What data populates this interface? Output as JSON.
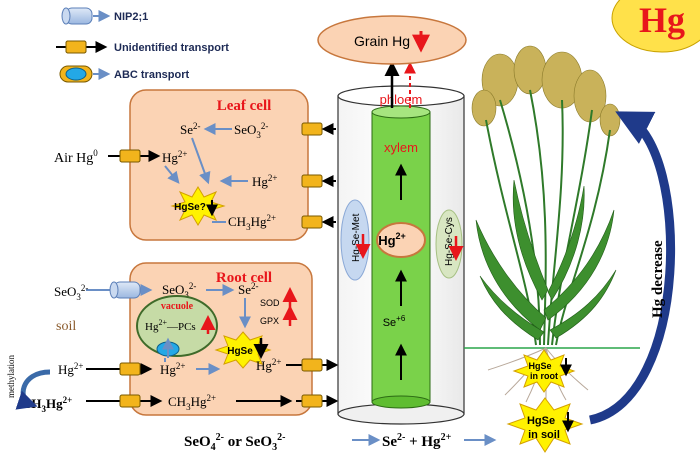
{
  "legend": {
    "nip": "NIP2;1",
    "unidentified": "Unidentified transport",
    "abc": "ABC  transport"
  },
  "badge": {
    "text": "Hg",
    "fill": "#ffe14a",
    "text_color": "#e8161b"
  },
  "leaf_cell": {
    "title": "Leaf cell",
    "se2": "Se",
    "se2_sup": "2-",
    "seo3": "SeO",
    "seo3_sub": "3",
    "seo3_sup": "2-",
    "hg2": "Hg",
    "hg2_sup": "2+",
    "hg2_right": "Hg",
    "hg2_right_sup": "2+",
    "hgse": "HgSe?",
    "ch3": "CH",
    "ch3_sub": "3",
    "ch3_hg": "Hg",
    "ch3_sup": "2+"
  },
  "air": {
    "text": "Air Hg",
    "sup": "0"
  },
  "root_cell": {
    "title": "Root cell",
    "seo3": "SeO",
    "seo3_sub": "3",
    "seo3_sup": "2-",
    "se2": "Se",
    "se2_sup": "2-",
    "sod": "SOD",
    "gpx": "GPX",
    "vacuole": "vacuole",
    "hg_pcs_hg": "Hg",
    "hg_pcs_sup": "2+",
    "hg_pcs_tail": "—PCs",
    "hgse": "HgSe",
    "hg2_bottom": "Hg",
    "hg2_bottom_sup": "2+",
    "hg2_right": "Hg",
    "hg2_right_sup": "2+",
    "ch3hg": "CH",
    "ch3hg_sub": "3",
    "ch3hg_tail": "Hg",
    "ch3hg_sup": "2+"
  },
  "soil_side": {
    "seo3": "SeO",
    "seo3_sub": "3",
    "seo3_sup": "2-",
    "soil": "soil",
    "hg2": "Hg",
    "hg2_sup": "2+",
    "methylation": "methylation",
    "ch3hg": "CH",
    "ch3hg_sub": "3",
    "ch3hg_tail": "Hg",
    "ch3hg_sup": "2+"
  },
  "vessel": {
    "grain": "Grain Hg",
    "phloem": "phloem",
    "xylem": "xylem",
    "hg2": "Hg",
    "hg2_sup": "2+",
    "se6": "Se",
    "se6_sup": "+6",
    "left_pill": "Hg-Se-Met",
    "right_pill": "Hg-Se-Cys"
  },
  "bottom_eq": {
    "seo4": "SeO",
    "seo4_sub": "4",
    "seo4_sup": "2-",
    "or": " or SeO",
    "seo3_sub": "3",
    "seo3_sup": "2-",
    "se2": "Se",
    "se2_sup": "2-",
    "plus_hg": " + Hg",
    "hg_sup": "2+"
  },
  "plant": {
    "hgse_root_1": "HgSe",
    "hgse_root_2": "in root",
    "hgse_soil_1": "HgSe",
    "hgse_soil_2": "in soil",
    "hg_decrease": "Hg decrease"
  },
  "colors": {
    "cell_fill": "#fbd3b4",
    "cell_stroke": "#c7773d",
    "transporter": "#f2b41c",
    "arrow_blue": "#6a8fc6",
    "xylem": "#7ad24a",
    "down_arrow": "#e8161b",
    "star": "#fff200",
    "grain_ellipse": "#fbd3b4",
    "title_red": "#e8161b",
    "dark_blue_arrow": "#1f3a8a"
  }
}
